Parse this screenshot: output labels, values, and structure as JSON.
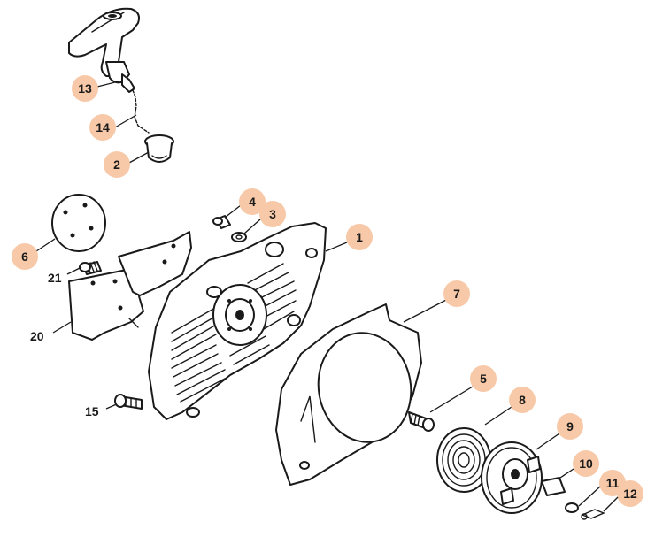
{
  "callouts": [
    {
      "id": "c13",
      "label": "13",
      "highlighted": true
    },
    {
      "id": "c14",
      "label": "14",
      "highlighted": true
    },
    {
      "id": "c2",
      "label": "2",
      "highlighted": true
    },
    {
      "id": "c4",
      "label": "4",
      "highlighted": true
    },
    {
      "id": "c3",
      "label": "3",
      "highlighted": true
    },
    {
      "id": "c1",
      "label": "1",
      "highlighted": true
    },
    {
      "id": "c6",
      "label": "6",
      "highlighted": true
    },
    {
      "id": "c21",
      "label": "21",
      "highlighted": false
    },
    {
      "id": "c20",
      "label": "20",
      "highlighted": false
    },
    {
      "id": "c7",
      "label": "7",
      "highlighted": true
    },
    {
      "id": "c5",
      "label": "5",
      "highlighted": true
    },
    {
      "id": "c8",
      "label": "8",
      "highlighted": true
    },
    {
      "id": "c15",
      "label": "15",
      "highlighted": false
    },
    {
      "id": "c9",
      "label": "9",
      "highlighted": true
    },
    {
      "id": "c10",
      "label": "10",
      "highlighted": true
    },
    {
      "id": "c11",
      "label": "11",
      "highlighted": true
    },
    {
      "id": "c12",
      "label": "12",
      "highlighted": true
    }
  ],
  "colors": {
    "callout_fill": "#f7c9a8",
    "line": "#1a1a1a",
    "background": "#ffffff"
  }
}
